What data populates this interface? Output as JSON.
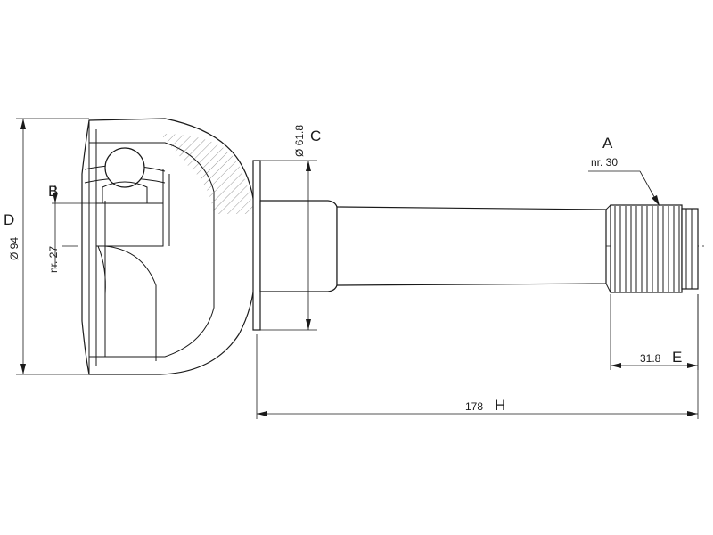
{
  "labels": {
    "A": "A",
    "A_note": "nr. 30",
    "B": "B",
    "B_note": "nr. 27",
    "C": "C",
    "C_value": "Ø 61.8",
    "D": "D",
    "D_value": "Ø 94",
    "E": "E",
    "E_value": "31.8",
    "H": "H",
    "H_value": "178"
  },
  "colors": {
    "line": "#1a1a1a",
    "background": "#ffffff"
  }
}
